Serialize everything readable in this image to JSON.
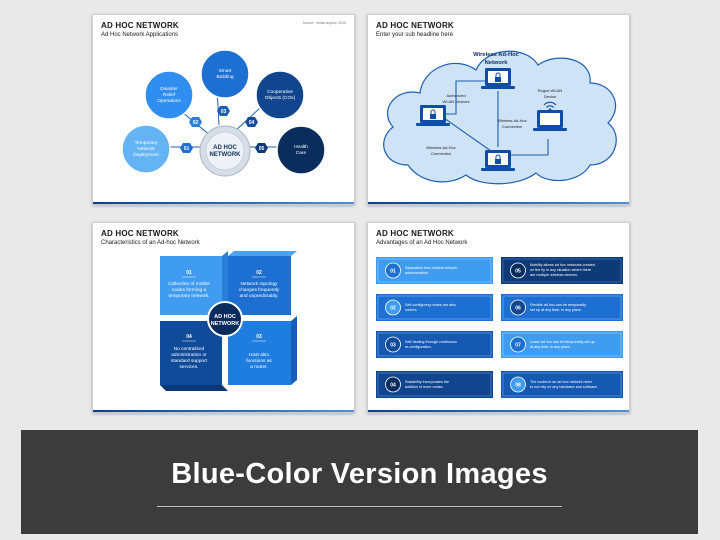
{
  "slide1": {
    "title": "AD HOC NETWORK",
    "subtitle": "Ad Hoc Network Applications",
    "source": "Source : ardsd asybrv, 2016",
    "center": [
      "AD HOC",
      "NETWORK"
    ],
    "nodes": [
      {
        "num": "01",
        "label": [
          "Temporary",
          "Network",
          "Deployment"
        ]
      },
      {
        "num": "02",
        "label": [
          "Disaster",
          "Relief",
          "Operations"
        ]
      },
      {
        "num": "03",
        "label": [
          "Smart",
          "Building"
        ]
      },
      {
        "num": "04",
        "label": [
          "Cooperative",
          "Objects (COs)"
        ]
      },
      {
        "num": "05",
        "label": [
          "Health",
          "Care"
        ]
      }
    ]
  },
  "slide2": {
    "title": "AD HOC NETWORK",
    "subtitle": "Enter your sub headline here",
    "cloud_title": [
      "Wireless Ad-Hoc",
      "Network"
    ],
    "labels": {
      "authorized": [
        "Authorized",
        "WLAN Devices"
      ],
      "rogue": [
        "Rogue WLAN",
        "Device"
      ],
      "conn_mid": [
        "Wireless Ad-Hoc",
        "Connection"
      ],
      "conn_left": [
        "Wireless Ad-Hoc",
        "Connection"
      ]
    }
  },
  "slide3": {
    "title": "AD HOC NETWORK",
    "subtitle": "Characteristics of an Ad-hoc Network",
    "center": [
      "AD HOC",
      "NETWORK"
    ],
    "quads": [
      {
        "num": "01",
        "text": [
          "Collection of mobile",
          "nodes forming a",
          "temporary network."
        ]
      },
      {
        "num": "02",
        "text": [
          "Network topology",
          "changes frequently",
          "and unpredictably."
        ]
      },
      {
        "num": "04",
        "text": [
          "No centralized",
          "administration or",
          "standard support",
          "services."
        ]
      },
      {
        "num": "03",
        "text": [
          "Host also",
          "functions as",
          "a router."
        ]
      }
    ]
  },
  "slide4": {
    "title": "AD HOC NETWORK",
    "subtitle": "Advantages of an Ad Hoc Network",
    "items": [
      {
        "num": "01",
        "text": [
          "Separation from central network",
          "administration."
        ]
      },
      {
        "num": "02",
        "text": [
          "Self-configuring nodes are also",
          "routers."
        ]
      },
      {
        "num": "03",
        "text": [
          "Self-healing through continuous",
          "re-configuration."
        ]
      },
      {
        "num": "04",
        "text": [
          "Scalability incorporates the",
          "addition of more nodes."
        ]
      },
      {
        "num": "05",
        "text": [
          "Mobility allows ad hoc networks created",
          "on the fly in any situation where there",
          "are multiple wireless devices."
        ]
      },
      {
        "num": "06",
        "text": [
          "Flexible ad hoc can be temporarily",
          "set up at any time, in any place."
        ]
      },
      {
        "num": "07",
        "text": [
          "Lower ad hoc can be temporarily set up",
          "at any time, in any place."
        ]
      },
      {
        "num": "08",
        "text": [
          "The nodes in an ad hoc network need",
          "to not rely on any hardware and software."
        ]
      }
    ]
  },
  "banner": {
    "title": "Blue-Color Version Images"
  },
  "colors": {
    "dark_navy": "#0b2d5e",
    "navy": "#11468f",
    "blue": "#1d6fd1",
    "light_blue": "#3f9cf0",
    "sky": "#64b4f5",
    "cloud": "#cfe3f7"
  }
}
